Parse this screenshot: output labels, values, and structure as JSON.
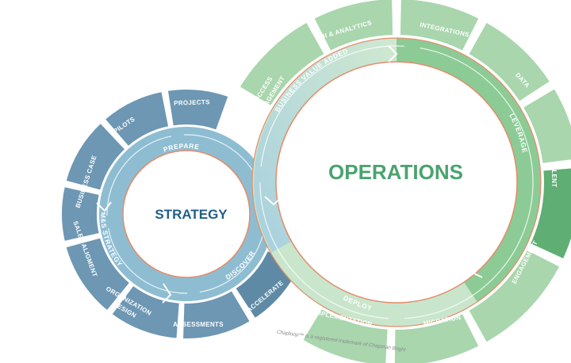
{
  "strategy": {
    "title": "STRATEGY",
    "title_color": "#1f5f87",
    "ring_labels": {
      "prepare": "PREPARE",
      "ms_strategy": "M&S STRATEGY",
      "discover": "DISCOVER"
    },
    "segments": [
      "PROJECTS",
      "PILOTS",
      "BUSINESS CASE",
      "SALES ALIGMENT",
      "ORGANIZATION",
      "DESIGN",
      "ASSESSMENTS",
      "ACCELERATE"
    ],
    "colors": {
      "outer": "#6d97b3",
      "ring": "#8ebdd2",
      "inner_line": "#e58c6a"
    }
  },
  "operations": {
    "title": "OPERATIONS",
    "title_color": "#4aa36f",
    "ring_labels": {
      "business_value_added": "BUSINESS VALUE ADDED",
      "leverage": "LEVERAGE",
      "deploy": "DEPLOY"
    },
    "segments": [
      "BI & ANALYTICS",
      "INTEGRATIONS",
      "DATA",
      "TALENT",
      "ENGAGEMENT",
      "MIGRATION",
      "IMPLEMENTATION",
      "SUCCESS",
      "MANAGEMENT"
    ],
    "colors": {
      "outer": "#a9d6ad",
      "highlight": "#5fae73",
      "ring_light": "#c9e6cc",
      "ring_dark": "#8ccb95",
      "inner_line": "#e58c6a"
    }
  },
  "footnote": "Chaploop™ is a registered trademark of Chapman Bright"
}
